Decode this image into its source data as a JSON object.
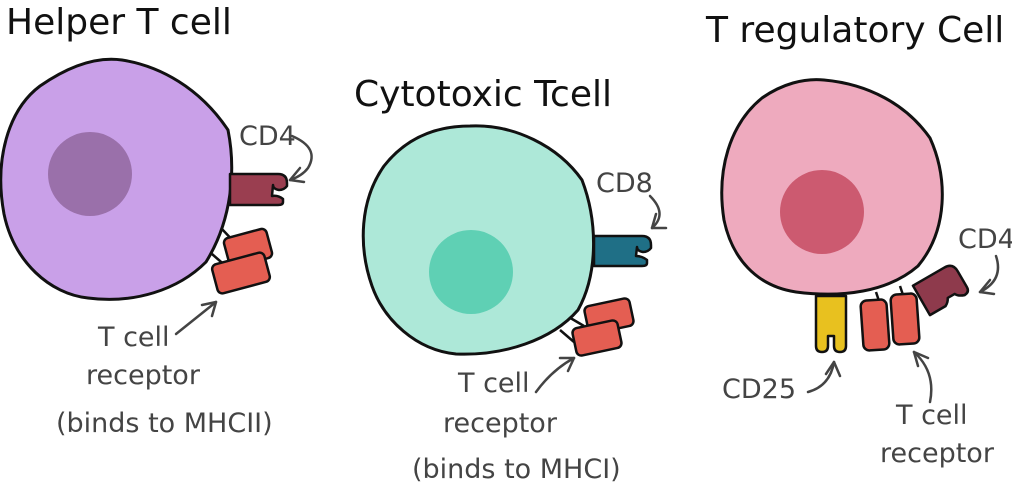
{
  "cells": {
    "helper": {
      "title": "Helper T cell",
      "cd4_label": "CD4",
      "tcr_label_line1": "T cell",
      "tcr_label_line2": "receptor",
      "tcr_label_line3": "(binds to MHCII)",
      "body_color": "#c9a0e8",
      "nucleus_color": "#9a70aa",
      "cd4_color": "#9a3e50"
    },
    "cytotoxic": {
      "title": "Cytotoxic Tcell",
      "cd8_label": "CD8",
      "tcr_label_line1": "T cell",
      "tcr_label_line2": "receptor",
      "tcr_label_line3": "(binds to MHCI)",
      "body_color": "#ade8d8",
      "nucleus_color": "#5fd0b4",
      "cd8_color": "#1f6f86"
    },
    "regulatory": {
      "title": "T regulatory Cell",
      "cd4_label": "CD4",
      "cd25_label": "CD25",
      "tcr_label_line1": "T cell",
      "tcr_label_line2": "receptor",
      "body_color": "#eeaabe",
      "nucleus_color": "#cc5a70",
      "cd4_color": "#8e3a4c",
      "cd25_color": "#e8c11f"
    }
  },
  "tcr_color": "#e45e52"
}
